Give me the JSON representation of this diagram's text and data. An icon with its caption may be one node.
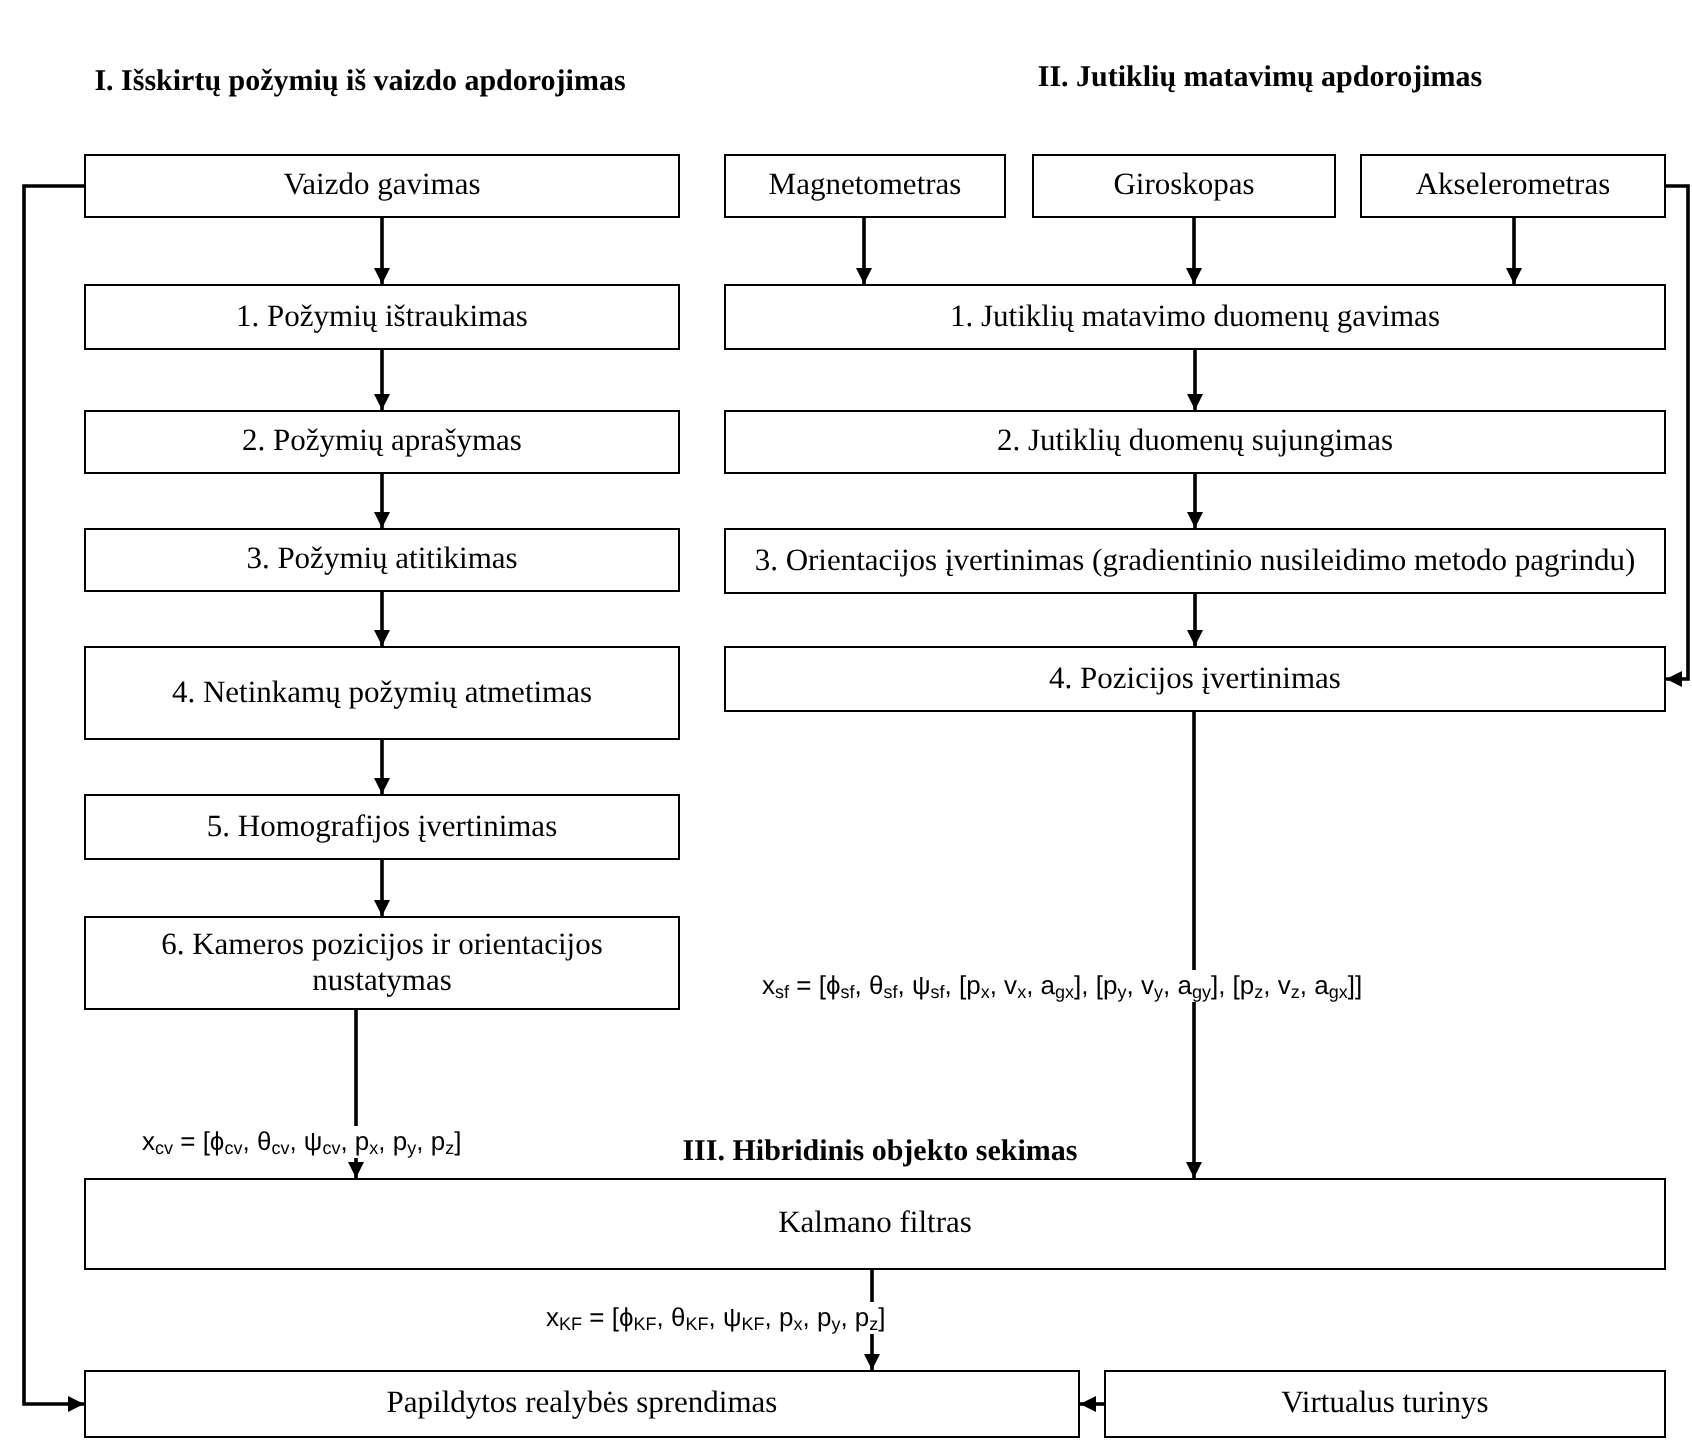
{
  "diagram": {
    "nodes": [
      {
        "text": [
          "Vaizdo gavimas"
        ]
      },
      {
        "text": [
          "1. Požymių ištraukimas"
        ]
      },
      {
        "text": [
          "2. Požymių aprašymas"
        ]
      },
      {
        "text": [
          "3. Požymių atitikimas"
        ]
      },
      {
        "text": [
          "4. Netinkamų požymių atmetimas"
        ]
      },
      {
        "text": [
          "5. Homografijos įvertinimas"
        ]
      },
      {
        "text": [
          "6. Kameros pozicijos ir orientacijos nustatymas"
        ]
      },
      {
        "text": [
          "Magnetometras"
        ]
      },
      {
        "text": [
          "Giroskopas"
        ]
      },
      {
        "text": [
          "Akselerometras"
        ]
      },
      {
        "text": [
          "1. Jutiklių matavimo duomenų gavimas"
        ]
      },
      {
        "text": [
          "2. Jutiklių duomenų sujungimas"
        ]
      },
      {
        "text": [
          "3. Orientacijos įvertinimas (gradientinio nusileidimo metodo pagrindu)"
        ]
      },
      {
        "text": [
          "4. Pozicijos įvertinimas"
        ]
      },
      {
        "text": [
          "Kalmano filtras"
        ]
      },
      {
        "text": [
          "Papildytos realybės sprendimas"
        ]
      },
      {
        "text": [
          "Virtualus turinys"
        ]
      }
    ],
    "edges": [
      {
        "from": 0,
        "to": 1,
        "arrow": "to"
      },
      {
        "from": 1,
        "to": 2,
        "arrow": "to"
      },
      {
        "from": 2,
        "to": 3,
        "arrow": "to"
      },
      {
        "from": 3,
        "to": 4,
        "arrow": "to"
      },
      {
        "from": 4,
        "to": 5,
        "arrow": "to"
      },
      {
        "from": 5,
        "to": 6,
        "arrow": "to"
      },
      {
        "from": 6,
        "to": 14,
        "arrow": "to",
        "label": "x$_{cv}$ = [ϕ$_{cv}$, θ$_{cv}$, ψ$_{cv}$, p$_{x}$, p$_{y}$, p$_{z}$]"
      },
      {
        "from": 7,
        "to": 10,
        "arrow": "to"
      },
      {
        "from": 8,
        "to": 10,
        "arrow": "to"
      },
      {
        "from": 9,
        "to": 10,
        "arrow": "to"
      },
      {
        "from": 10,
        "to": 11,
        "arrow": "to"
      },
      {
        "from": 11,
        "to": 12,
        "arrow": "to"
      },
      {
        "from": 12,
        "to": 13,
        "arrow": "to"
      },
      {
        "from": 9,
        "to": 13,
        "arrow": "to"
      },
      {
        "from": 13,
        "to": 14,
        "arrow": "to",
        "label": "x$_{sf}$ = [ϕ$_{sf}$, θ$_{sf}$, ψ$_{sf}$, [p$_{x}$, v$_{x}$, a$_{gx}$], [p$_{y}$, v$_{y}$, a$_{gy}$], [p$_{z}$, v$_{z}$, a$_{gx}$]]"
      },
      {
        "from": 14,
        "to": 15,
        "arrow": "to",
        "label": "x$_{KF}$ = [ϕ$_{KF}$, θ$_{KF}$, ψ$_{KF}$, p$_{x}$, p$_{y}$, p$_{z}$]"
      },
      {
        "from": 16,
        "to": 15,
        "arrow": "to"
      },
      {
        "from": 0,
        "to": 15,
        "arrow": "to"
      }
    ],
    "labels": [
      "I. Išskirtų požymių iš vaizdo apdorojimas",
      "II. Jutiklių matavimų apdorojimas",
      "III. Hibridinis objekto sekimas"
    ]
  }
}
